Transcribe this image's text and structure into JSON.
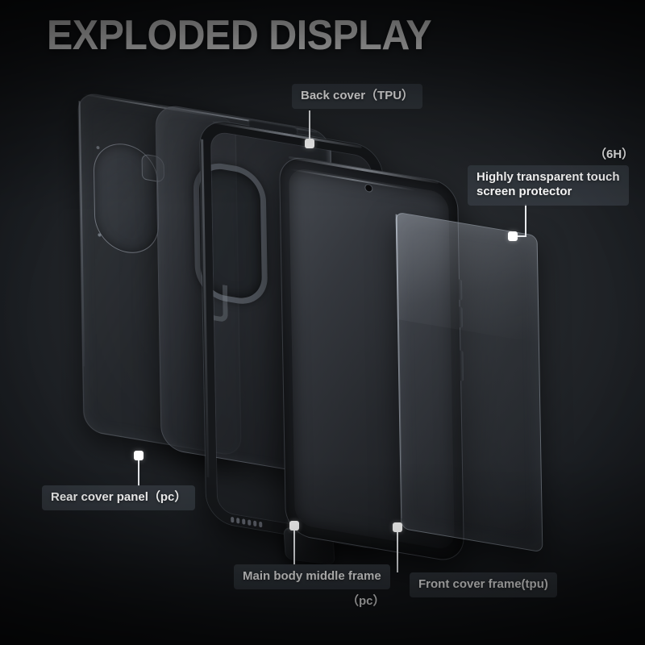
{
  "page": {
    "title": "EXPLODED DISPLAY",
    "background_color": "#141619",
    "accent_color": "#ffffff",
    "chip_background_color": "#343a41"
  },
  "callouts": [
    {
      "id": "back-cover",
      "label": "Back cover（TPU）",
      "marker": "callout-marker",
      "connector": "vertical-line"
    },
    {
      "id": "screen-protector",
      "label": "Highly transparent touch\nscreen protector",
      "hardness": "（6H）",
      "marker": "callout-marker",
      "connector": "elbow-line"
    },
    {
      "id": "rear-cover-panel",
      "label": "Rear cover panel（pc）",
      "marker": "callout-marker",
      "connector": "vertical-line"
    },
    {
      "id": "main-body-middle-frame",
      "label": "Main body middle frame",
      "sublabel": "（pc）",
      "marker": "callout-marker",
      "connector": "vertical-line"
    },
    {
      "id": "front-cover-frame",
      "label": "Front cover frame(tpu)",
      "marker": "callout-marker",
      "connector": "vertical-line"
    }
  ],
  "parts": [
    {
      "id": "rear-cover-panel",
      "material": "pc"
    },
    {
      "id": "back-cover",
      "material": "TPU"
    },
    {
      "id": "main-body-middle-frame",
      "material": "pc"
    },
    {
      "id": "front-cover-frame",
      "material": "tpu"
    },
    {
      "id": "screen-protector",
      "material": "6H"
    }
  ]
}
